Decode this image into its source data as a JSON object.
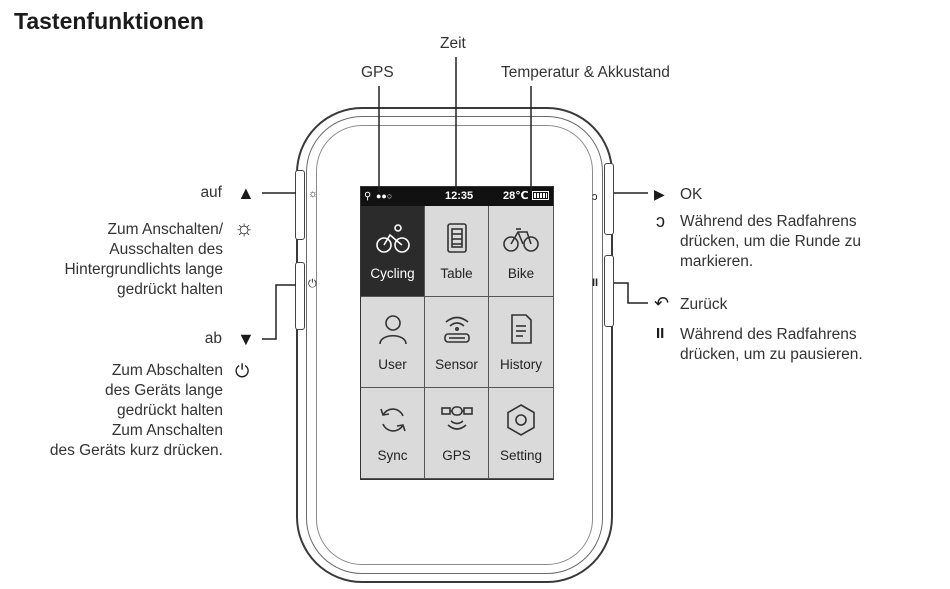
{
  "title": "Tastenfunktionen",
  "callouts": {
    "gps": "GPS",
    "zeit": "Zeit",
    "temp": "Temperatur & Akkustand"
  },
  "left": {
    "auf": "auf",
    "auf_symbol": "▲",
    "light_symbol": "☼",
    "light_lines": [
      "Zum Anschalten/",
      "Ausschalten des",
      "Hintergrundlichts lange",
      "gedrückt halten"
    ],
    "ab": "ab",
    "ab_symbol": "▼",
    "power_symbol": "⏻",
    "power_lines": [
      "Zum Abschalten",
      "des Geräts lange",
      "gedrückt halten",
      "Zum Anschalten",
      "des Geräts kurz drücken."
    ]
  },
  "right": {
    "ok_symbol": "▶",
    "ok": "OK",
    "lap_symbol": "ↄ",
    "lap_lines": [
      "Während des Radfahrens",
      "drücken, um die Runde zu",
      "markieren."
    ],
    "back_symbol": "↶",
    "back": "Zurück",
    "pause_symbol": "II",
    "pause_lines": [
      "Während des Radfahrens",
      "drücken, um zu pausieren."
    ]
  },
  "device": {
    "status": {
      "gps": "●●○",
      "time": "12:35",
      "temp": "28℃"
    },
    "tiles": [
      {
        "label": "Cycling",
        "icon": "cycling-icon",
        "active": true
      },
      {
        "label": "Table",
        "icon": "table-icon",
        "active": false
      },
      {
        "label": "Bike",
        "icon": "bike-icon",
        "active": false
      },
      {
        "label": "User",
        "icon": "user-icon",
        "active": false
      },
      {
        "label": "Sensor",
        "icon": "sensor-icon",
        "active": false
      },
      {
        "label": "History",
        "icon": "history-icon",
        "active": false
      },
      {
        "label": "Sync",
        "icon": "sync-icon",
        "active": false
      },
      {
        "label": "GPS",
        "icon": "gps-icon",
        "active": false
      },
      {
        "label": "Setting",
        "icon": "setting-icon",
        "active": false
      }
    ],
    "buttons": {
      "up_glyph": "☼",
      "power_glyph": "⏻",
      "ok_glyph": "ↄ",
      "back_glyph": "II"
    }
  }
}
